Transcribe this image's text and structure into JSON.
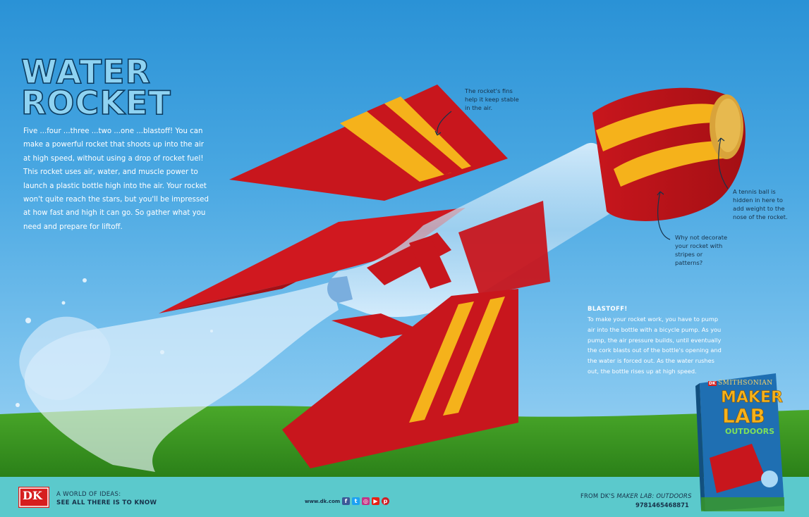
{
  "page": {
    "title_line1": "WATER",
    "title_line2": "ROCKET",
    "intro": "Five ...four ...three ...two ...one ...blastoff! You can make a powerful rocket that shoots up into the air at high speed, without using a drop of rocket fuel! This rocket uses air, water, and muscle power to launch a plastic bottle high into the air. Your rocket won't quite reach the stars, but you'll be impressed at how fast and high it can go. So gather what you need and prepare for liftoff."
  },
  "callouts": {
    "fins": "The rocket's fins help it keep stable in the air.",
    "tennis": "A tennis ball is hidden in here to add weight to the nose of the rocket.",
    "decorate": "Why not decorate your rocket with stripes or patterns?"
  },
  "blastoff": {
    "heading": "BLASTOFF!",
    "body": "To make your rocket work, you have to pump air into the bottle with a bicycle pump. As you pump, the air pressure builds, until eventually the cork blasts out of the bottle's opening and the water is forced out. As the water rushes out, the bottle rises up at high speed."
  },
  "footer": {
    "logo_text": "DK",
    "tagline_1": "A WORLD OF IDEAS:",
    "tagline_2": "SEE ALL THERE IS TO KNOW",
    "url": "www.dk.com",
    "social_icons": [
      "facebook-icon",
      "twitter-icon",
      "instagram-icon",
      "youtube-icon",
      "pinterest-icon"
    ],
    "from_prefix": "FROM DK'S ",
    "from_title": "MAKER LAB: OUTDOORS",
    "isbn": "9781465468871"
  },
  "book": {
    "publisher_mark": "DK",
    "brand": "SMITHSONIAN",
    "title_1": "MAKER",
    "title_2": "LAB",
    "title_3": "OUTDOORS"
  },
  "colors": {
    "sky": "#2a92d6",
    "fin_red": "#c8161d",
    "stripe_yellow": "#f5b21b",
    "grass": "#3a9a22",
    "footer_teal": "#5bc9cc"
  }
}
